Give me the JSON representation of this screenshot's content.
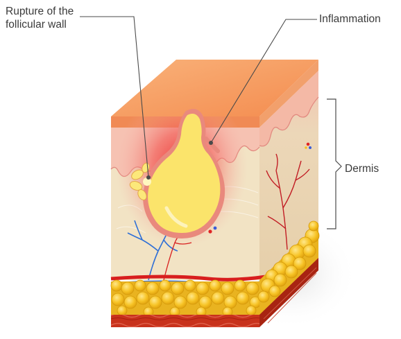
{
  "labels": {
    "rupture_line1": "Rupture of the",
    "rupture_line2": "follicular wall",
    "inflammation": "Inflammation",
    "dermis": "Dermis"
  },
  "colors": {
    "epidermis_top": "#f7a566",
    "epidermis_front": "#f08a55",
    "dermis_front": "#f2e3c4",
    "dermis_side": "#e8d3ad",
    "papillary_pink": "#f6b7ad",
    "inflammation_red": "#ee2a2a",
    "sebum_yellow": "#fbe46b",
    "follicle_wall": "#e9897d",
    "fat_yellow": "#f5c021",
    "muscle_red": "#c8321c",
    "artery_red": "#d81e1e",
    "vein_blue": "#2f6fd6",
    "leader_line": "#4a4a4a"
  },
  "icons": [
    "skin-cross-section-illustration",
    "ruptured-follicle-icon",
    "fat-globule-icon"
  ]
}
